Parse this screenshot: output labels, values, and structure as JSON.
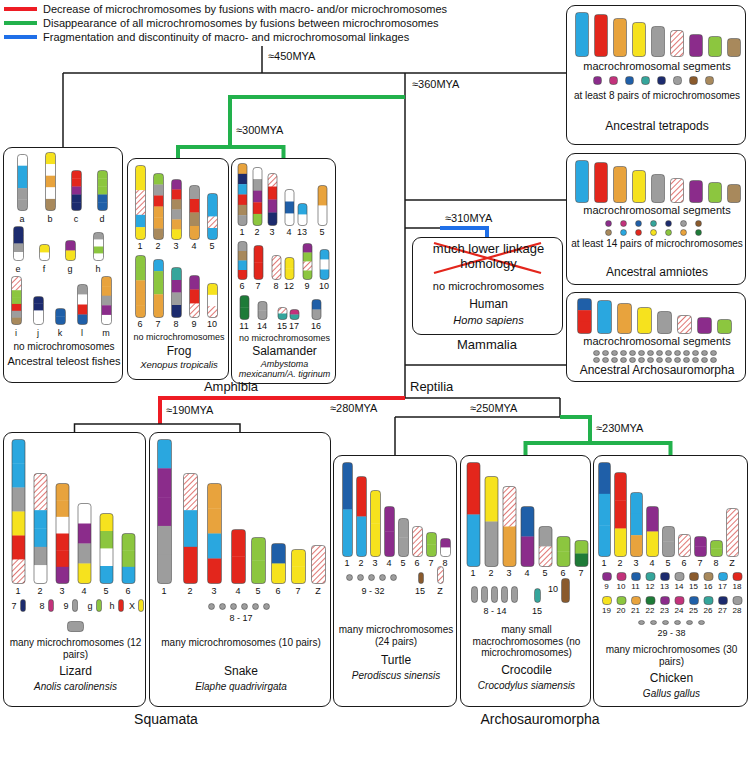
{
  "diagram": {
    "nodes": [
      {
        "text": [
          "macrochromosomal segments",
          "at least 8 pairs of microchromosomes",
          "Ancestral tetrapods"
        ]
      },
      {
        "text": [
          "a",
          "b",
          "c",
          "d",
          "e",
          "f",
          "g",
          "h",
          "i",
          "j",
          "k",
          "l",
          "m",
          "no microchromosomes",
          "Ancestral teleost fishes"
        ]
      },
      {
        "text": [
          "1",
          "2",
          "3",
          "4",
          "5",
          "6",
          "7",
          "8",
          "9",
          "10",
          "no microchromosomes",
          "Frog",
          "Xenopus tropicalis"
        ]
      },
      {
        "text": [
          "1",
          "2",
          "3",
          "4",
          "13",
          "5",
          "6",
          "7",
          "8",
          "12",
          "9",
          "10",
          "11",
          "14",
          "15",
          "17",
          "16",
          "no microchromosomes",
          "Salamander",
          "Ambystoma mexicanum/A. tigrinum"
        ]
      },
      {
        "text": [
          "macrochromosomal segments",
          "at least 14 pairs of microchromosomes",
          "Ancestral amniotes"
        ]
      },
      {
        "text": [
          "much lower linkage homology",
          "no microchromosomes",
          "Human",
          "Homo sapiens"
        ]
      },
      {
        "text": [
          "macrochromosomal segments",
          "Ancestral Archosauromorpha"
        ]
      },
      {
        "text": [
          "1",
          "2",
          "3",
          "4",
          "5",
          "6",
          "7",
          "8",
          "9",
          "g",
          "h",
          "X",
          "many microchromosomes (12 pairs)",
          "Lizard",
          "Anolis carolinensis"
        ]
      },
      {
        "text": [
          "1",
          "2",
          "3",
          "4",
          "5",
          "6",
          "7",
          "Z",
          "8 - 17",
          "many microchromosomes (10 pairs)",
          "Snake",
          "Elaphe quadrivirgata"
        ]
      },
      {
        "text": [
          "1",
          "2",
          "3",
          "4",
          "5",
          "6",
          "7",
          "8",
          "9 - 32",
          "15",
          "Z",
          "many microchromosomes (24 pairs)",
          "Turtle",
          "Perodiscus sinensis"
        ]
      },
      {
        "text": [
          "1",
          "2",
          "3",
          "4",
          "5",
          "6",
          "7",
          "8 - 14",
          "15",
          "10",
          "many small macrochromosomes (no microchromosomes)",
          "Crocodile",
          "Crocodylus siamensis"
        ]
      },
      {
        "text": [
          "1",
          "2",
          "3",
          "4",
          "5",
          "6",
          "7",
          "8",
          "Z",
          "9",
          "10",
          "11",
          "12",
          "13",
          "14",
          "15",
          "16",
          "17",
          "18",
          "19",
          "20",
          "21",
          "22",
          "23",
          "24",
          "25",
          "26",
          "27",
          "28",
          "29 - 38",
          "many microchromosomes (30 pairs)",
          "Chicken",
          "Gallus gallus"
        ]
      }
    ],
    "edges": [
      {
        "from": 2,
        "to": 3,
        "arrow": "none"
      },
      {
        "from": 7,
        "to": 8,
        "arrow": "none"
      },
      {
        "from": 10,
        "to": 11,
        "arrow": "none"
      }
    ],
    "labels": [
      "≈450MYA",
      "≈360MYA",
      "≈300MYA",
      "≈310MYA",
      "Amphibia",
      "Reptilia",
      "Mammalia",
      "≈280MYA",
      "≈190MYA",
      "≈250MYA",
      "≈230MYA",
      "Squamata",
      "Archosauromorpha"
    ],
    "legend": [
      {
        "text": "Decrease of microchromosomes by fusions with macro- and/or microchromosomes",
        "color": "#ee1c24"
      },
      {
        "text": "Disappearance of all microchromosomes by fusions between microchromosomes",
        "color": "#22b14c"
      },
      {
        "text": "Fragmentation and discontinuity of macro- and microchromosomal linkages",
        "color": "#1f6fe8"
      }
    ]
  }
}
